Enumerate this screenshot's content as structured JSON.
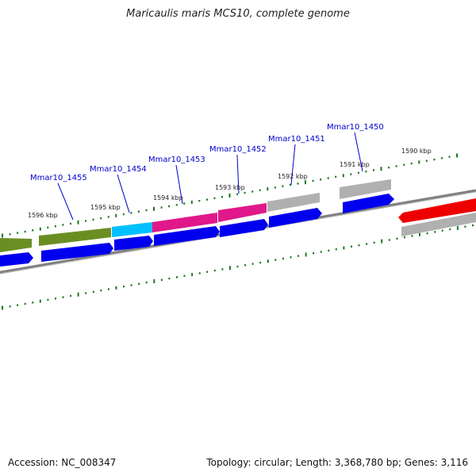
{
  "title": "Maricaulis maris MCS10, complete genome",
  "accession": "Accession: NC_008347",
  "topology": "Topology: circular; Length: 3,368,780 bp; Genes: 3,116",
  "gene_labels": [
    "Mmar10_1455",
    "Mmar10_1454",
    "Mmar10_1453",
    "Mmar10_1452",
    "Mmar10_1451",
    "Mmar10_1450"
  ],
  "kbp_labels": [
    "1596 kbp",
    "1595 kbp",
    "1594 kbp",
    "1593 kbp",
    "1592 kbp",
    "1591 kbp",
    "1590 kbp"
  ],
  "colors": {
    "olive": "#6b8e23",
    "cyan": "#00bfff",
    "magenta": "#e0188a",
    "gray": "#b0b0b0",
    "blue": "#0000ee",
    "red": "#ee0000",
    "tick": "#1a7a1a",
    "backbone": "#888888",
    "label": "#0000cc"
  }
}
